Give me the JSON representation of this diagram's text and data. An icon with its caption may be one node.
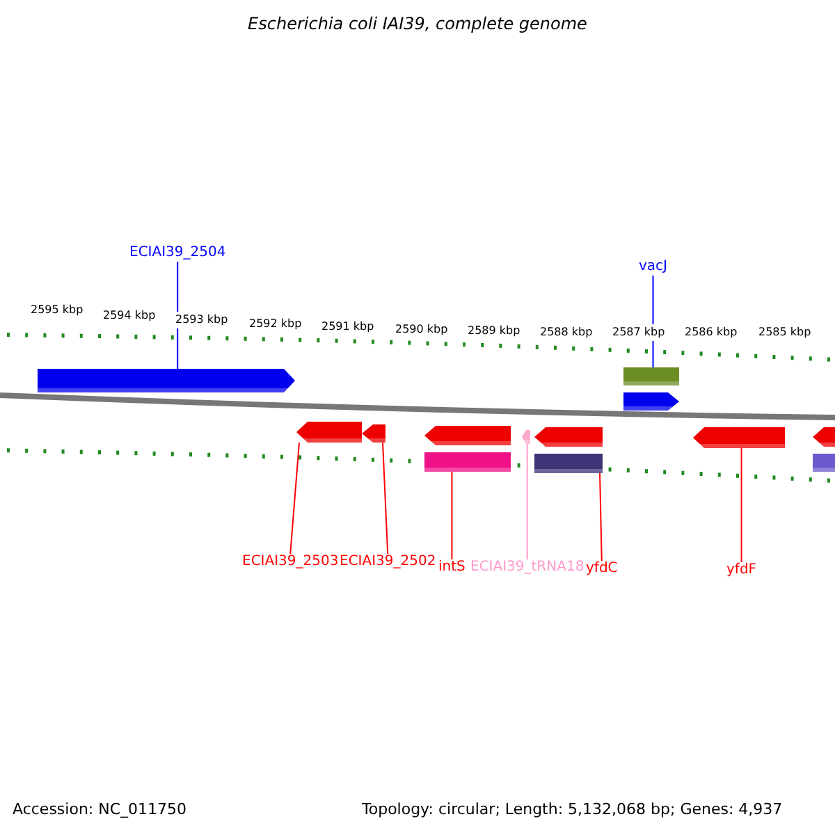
{
  "diagram": {
    "title": "Escherichia coli IAI39, complete genome",
    "nodes": [
      {
        "text": [
          "ECIAI39_2504"
        ]
      },
      {
        "text": [
          "vacJ"
        ]
      },
      {
        "text": [],
        "shape": "arrow"
      },
      {
        "text": [],
        "shape": "box"
      },
      {
        "text": [],
        "shape": "arrow"
      },
      {
        "text": [],
        "shape": "arrow"
      },
      {
        "text": [],
        "shape": "arrow"
      },
      {
        "text": [],
        "shape": "arrow"
      },
      {
        "text": [],
        "shape": "arrow"
      },
      {
        "text": [],
        "shape": "arrow"
      },
      {
        "text": [],
        "shape": "arrow"
      },
      {
        "text": [],
        "shape": "arrow"
      },
      {
        "text": [],
        "shape": "box"
      },
      {
        "text": [],
        "shape": "box"
      },
      {
        "text": [],
        "shape": "box"
      },
      {
        "text": [
          "ECIAI39_2503"
        ]
      },
      {
        "text": [
          "ECIAI39_2502"
        ]
      },
      {
        "text": [
          "intS"
        ]
      },
      {
        "text": [
          "ECIAI39_tRNA18"
        ]
      },
      {
        "text": [
          "yfdC"
        ]
      },
      {
        "text": [
          "yfdF"
        ]
      }
    ],
    "edges": [
      {
        "from": 0,
        "to": 2,
        "arrow": "none",
        "color": "#0000ff"
      },
      {
        "from": 1,
        "to": 3,
        "arrow": "none",
        "color": "#0000ff"
      },
      {
        "from": 15,
        "to": 5,
        "arrow": "none"
      },
      {
        "from": 16,
        "to": 6,
        "arrow": "none"
      },
      {
        "from": 17,
        "to": 12,
        "arrow": "none"
      },
      {
        "from": 18,
        "to": 8,
        "arrow": "none",
        "color": "#ff99cc"
      },
      {
        "from": 19,
        "to": 13,
        "arrow": "none"
      },
      {
        "from": 20,
        "to": 10,
        "arrow": "none"
      }
    ],
    "labels": [
      "2595 kbp",
      "2594 kbp",
      "2593 kbp",
      "2592 kbp",
      "2591 kbp",
      "2590 kbp",
      "2589 kbp",
      "2588 kbp",
      "2587 kbp",
      "2586 kbp",
      "2585 kbp",
      "Accession: NC_011750",
      "Topology: circular; Length: 5,132,068 bp; Genes: 4,937"
    ]
  }
}
